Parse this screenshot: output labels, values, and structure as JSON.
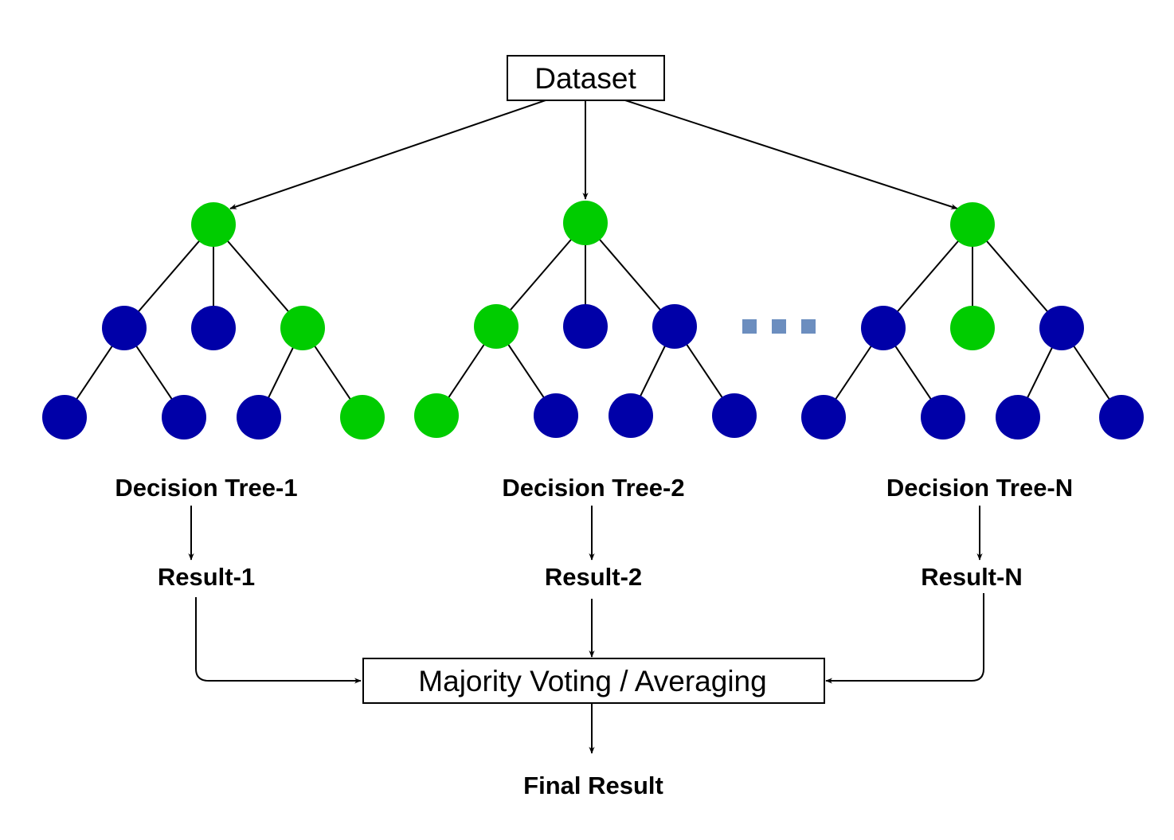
{
  "dataset_label": "Dataset",
  "aggregator_label": "Majority Voting / Averaging",
  "final_label": "Final Result",
  "colors": {
    "green_node": "#00cc00",
    "blue_node": "#0000a8",
    "ellipsis": "#6c8ebf",
    "line": "#000000"
  },
  "trees": [
    {
      "label": "Decision Tree-1",
      "result": "Result-1",
      "root": "green",
      "mid": [
        "blue",
        "blue",
        "green"
      ],
      "leaves": [
        "blue",
        "blue",
        "blue",
        "green"
      ]
    },
    {
      "label": "Decision Tree-2",
      "result": "Result-2",
      "root": "green",
      "mid": [
        "green",
        "blue",
        "blue"
      ],
      "leaves": [
        "green",
        "blue",
        "blue",
        "blue"
      ]
    },
    {
      "label": "Decision Tree-N",
      "result": "Result-N",
      "root": "green",
      "mid": [
        "blue",
        "green",
        "blue"
      ],
      "leaves": [
        "blue",
        "blue",
        "blue",
        "blue"
      ]
    }
  ]
}
